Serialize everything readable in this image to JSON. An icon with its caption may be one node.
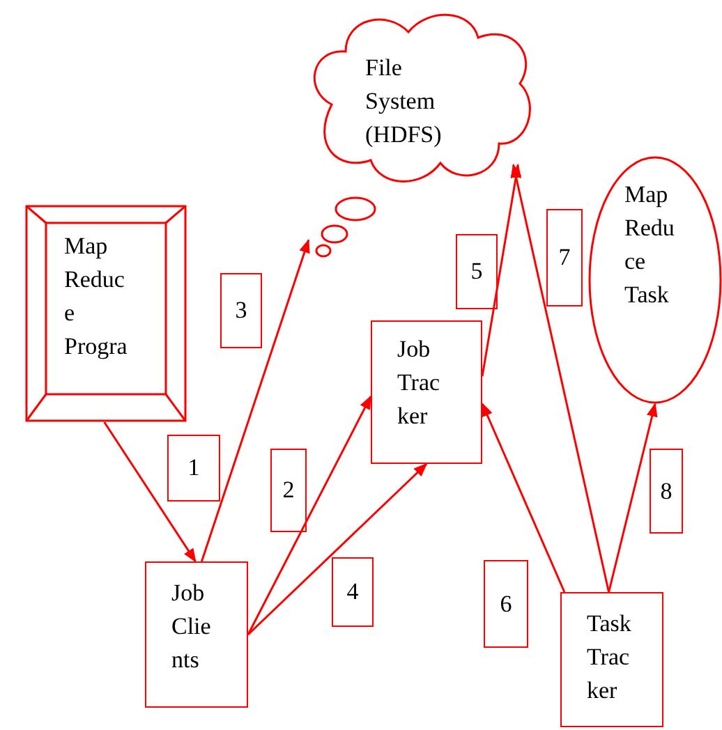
{
  "diagram": {
    "nodes": [
      {
        "text": [
          "Map Reduc e Progra"
        ]
      },
      {
        "text": [
          "File System (HDFS)"
        ]
      },
      {
        "text": [
          "Map Redu ce Task"
        ]
      },
      {
        "text": [
          "Job Trac ker"
        ]
      },
      {
        "text": [
          "Job Clie nts"
        ]
      },
      {
        "text": [
          "Task Trac ker"
        ]
      },
      {
        "text": [
          "1"
        ]
      },
      {
        "text": [
          "2"
        ]
      },
      {
        "text": [
          "3"
        ]
      },
      {
        "text": [
          "4"
        ]
      },
      {
        "text": [
          "5"
        ]
      },
      {
        "text": [
          "6"
        ]
      },
      {
        "text": [
          "7"
        ]
      },
      {
        "text": [
          "8"
        ]
      }
    ],
    "edges": [
      {
        "from": 0,
        "to": 4,
        "arrow": "to"
      },
      {
        "from": 4,
        "to": 1,
        "arrow": "to"
      },
      {
        "from": 4,
        "to": 3,
        "arrow": "to"
      },
      {
        "from": 4,
        "to": 3,
        "arrow": "to"
      },
      {
        "from": 3,
        "to": 1,
        "arrow": "to"
      },
      {
        "from": 5,
        "to": 3,
        "arrow": "to"
      },
      {
        "from": 5,
        "to": 1,
        "arrow": "to"
      },
      {
        "from": 5,
        "to": 2,
        "arrow": "to"
      }
    ]
  }
}
